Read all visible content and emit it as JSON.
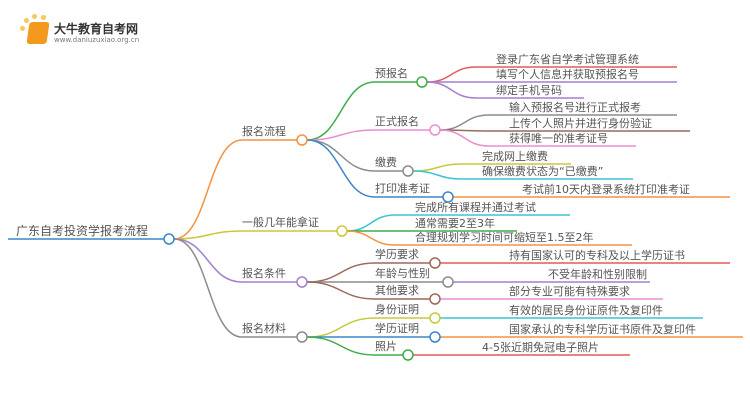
{
  "logo": {
    "name": "大牛教育自考网",
    "url": "www.daniuzuxiao.org.cn"
  },
  "mindmap": {
    "root": {
      "label": "广东自考投资学报考流程",
      "color": "#3a86c8"
    },
    "branches": [
      {
        "label": "报名流程",
        "color": "#f5923e",
        "children": [
          {
            "label": "预报名",
            "color": "#3fae49",
            "leaves": [
              {
                "label": "登录广东省自学考试管理系统",
                "color": "#e65a5a"
              },
              {
                "label": "填写个人信息并获取预报名号",
                "color": "#a57fd0"
              },
              {
                "label": "绑定手机号码",
                "color": "#a57fd0"
              }
            ]
          },
          {
            "label": "正式报名",
            "color": "#e88fcf",
            "leaves": [
              {
                "label": "输入预报名号进行正式报考",
                "color": "#8c8c8c"
              },
              {
                "label": "上传个人照片并进行身份验证",
                "color": "#9a6a5a"
              },
              {
                "label": "获得唯一的准考证号",
                "color": "#e88fcf"
              }
            ]
          },
          {
            "label": "缴费",
            "color": "#8c8c8c",
            "leaves": [
              {
                "label": "完成网上缴费",
                "color": "#c8c83a"
              },
              {
                "label": "确保缴费状态为“已缴费”",
                "color": "#3cc4d6"
              }
            ]
          },
          {
            "label": "打印准考证",
            "color": "#3a86c8",
            "leaves": [
              {
                "label": "考试前10天内登录系统打印准考证",
                "color": "#f5923e"
              }
            ]
          }
        ]
      },
      {
        "label": "一般几年能拿证",
        "color": "#c8c83a",
        "children": [],
        "leaves": [
          {
            "label": "完成所有课程并通过考试",
            "color": "#3cc4d6"
          },
          {
            "label": "通常需要2至3年",
            "color": "#3fae49"
          },
          {
            "label": "合理规划学习时间可缩短至1.5至2年",
            "color": "#f5923e"
          }
        ]
      },
      {
        "label": "报名条件",
        "color": "#a57fd0",
        "children": [
          {
            "label": "学历要求",
            "color": "#9a6a5a",
            "leaves": [
              {
                "label": "持有国家认可的专科及以上学历证书",
                "color": "#e65a5a"
              }
            ]
          },
          {
            "label": "年龄与性别",
            "color": "#8c8c8c",
            "leaves": [
              {
                "label": "不受年龄和性别限制",
                "color": "#a57fd0"
              }
            ]
          },
          {
            "label": "其他要求",
            "color": "#9a6a5a",
            "leaves": [
              {
                "label": "部分专业可能有特殊要求",
                "color": "#e88fcf"
              }
            ]
          }
        ]
      },
      {
        "label": "报名材料",
        "color": "#8c8c8c",
        "children": [
          {
            "label": "身份证明",
            "color": "#c8c83a",
            "leaves": [
              {
                "label": "有效的居民身份证原件及复印件",
                "color": "#3cc4d6"
              }
            ]
          },
          {
            "label": "学历证明",
            "color": "#3a86c8",
            "leaves": [
              {
                "label": "国家承认的专科学历证书原件及复印件",
                "color": "#f5923e"
              }
            ]
          },
          {
            "label": "照片",
            "color": "#3fae49",
            "leaves": [
              {
                "label": "4-5张近期免冠电子照片",
                "color": "#e65a5a"
              }
            ]
          }
        ]
      }
    ]
  }
}
